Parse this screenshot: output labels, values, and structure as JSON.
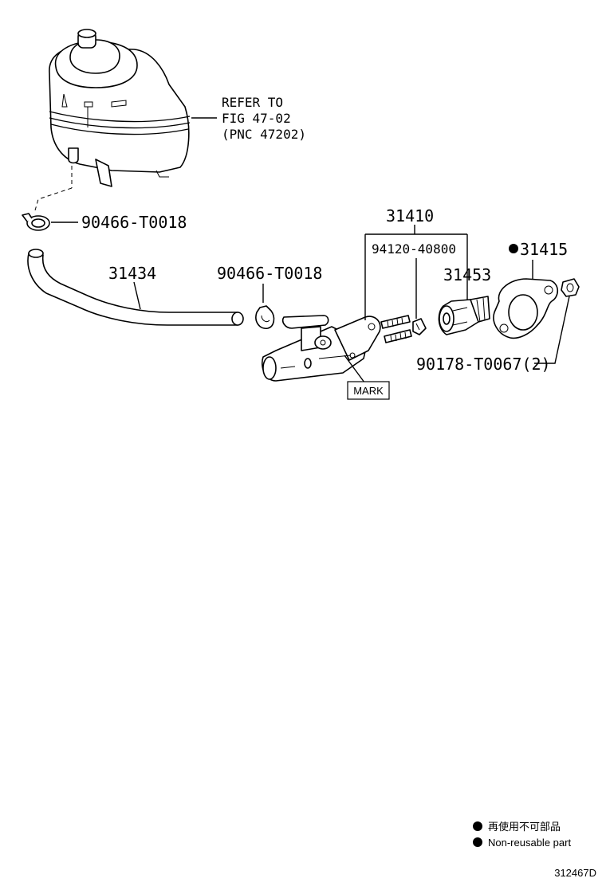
{
  "callouts": {
    "refer_line1": "REFER TO",
    "refer_line2": "FIG 47-02",
    "refer_line3": "(PNC 47202)",
    "clamp_upper": "90466-T0018",
    "hose": "31434",
    "clamp_lower": "90466-T0018",
    "cylinder_assy": "31410",
    "pin_kit": "94120-40800",
    "boot": "31453",
    "gasket": "31415",
    "nut": "90178-T0067(2)",
    "mark": "MARK"
  },
  "legend": {
    "japanese": "再使用不可部品",
    "english": "Non-reusable part"
  },
  "figure_id": "312467D"
}
